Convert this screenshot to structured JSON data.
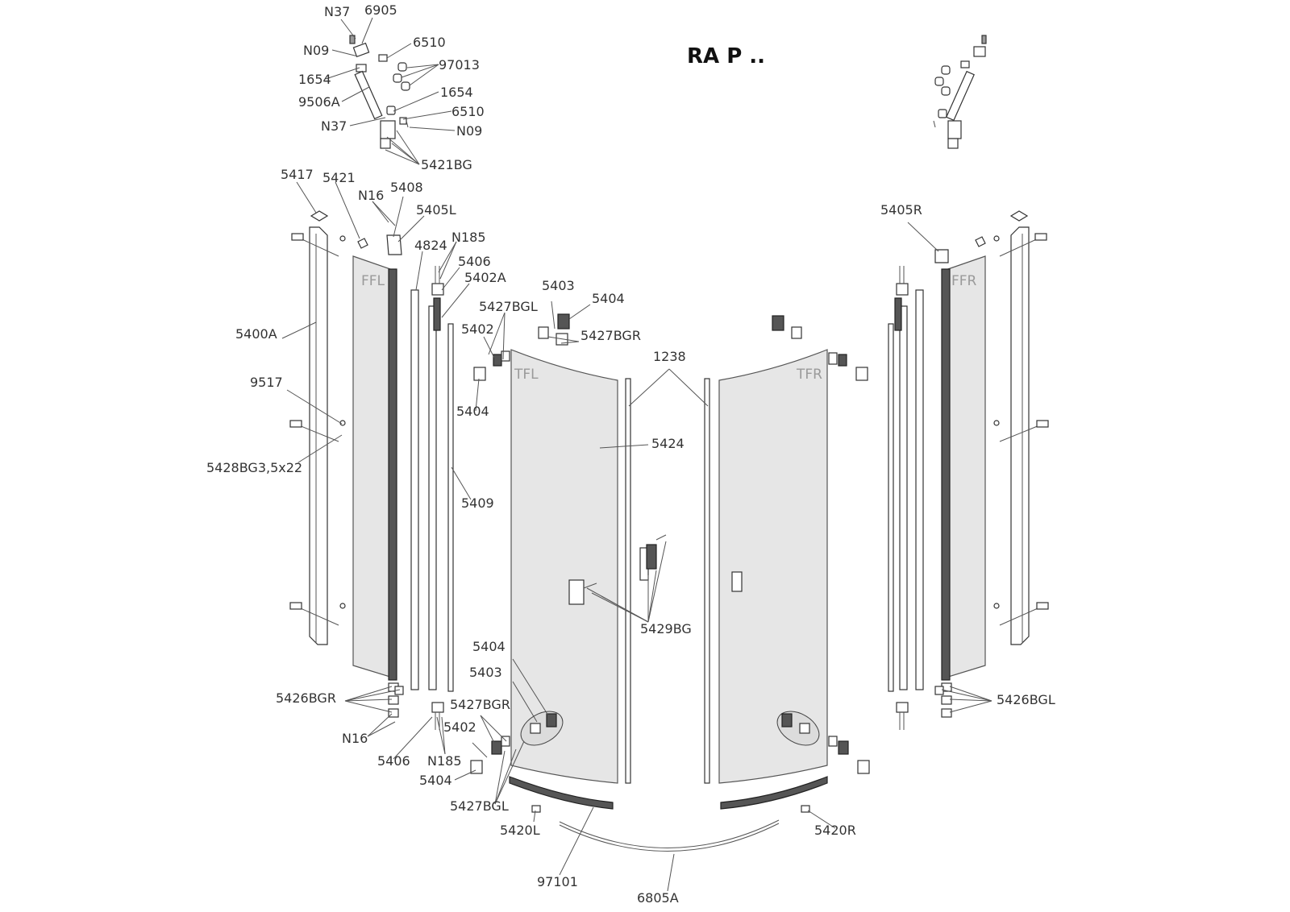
{
  "title": "RA P ..",
  "panels": {
    "ffl": "FFL",
    "tfl": "TFL",
    "tfr": "TFR",
    "ffr": "FFR"
  },
  "labels": {
    "n37_top": "N37",
    "p6905": "6905",
    "n09_top": "N09",
    "p6510_top": "6510",
    "p97013": "97013",
    "p1654_left": "1654",
    "p1654_right": "1654",
    "p9506a": "9506A",
    "p6510_bottom": "6510",
    "n37_bottom": "N37",
    "n09_bottom": "N09",
    "p5421bg": "5421BG",
    "p5417": "5417",
    "p5421": "5421",
    "n16_top": "N16",
    "p5408": "5408",
    "p5405l": "5405L",
    "p4824": "4824",
    "n185_top": "N185",
    "p5406_top": "5406",
    "p5402a": "5402A",
    "p5403_top": "5403",
    "p5404_top_right": "5404",
    "p5427bgl_top": "5427BGL",
    "p5402_top": "5402",
    "p5427bgr_top": "5427BGR",
    "p5400a": "5400A",
    "p1238": "1238",
    "p9517": "9517",
    "p5404_left_mid": "5404",
    "p5424": "5424",
    "p5428bg": "5428BG3,5x22",
    "p5409": "5409",
    "p5429bg": "5429BG",
    "p5404_low": "5404",
    "p5403_low": "5403",
    "p5426bgr": "5426BGR",
    "p5427bgr_low": "5427BGR",
    "n16_bottom": "N16",
    "p5402_low": "5402",
    "p5406_bottom": "5406",
    "n185_bottom": "N185",
    "p5404_bottom": "5404",
    "p5427bgl_bottom": "5427BGL",
    "p5420l": "5420L",
    "p97101": "97101",
    "p6805a": "6805A",
    "p5405r": "5405R",
    "p5426bgl": "5426BGL",
    "p5420r": "5420R"
  }
}
